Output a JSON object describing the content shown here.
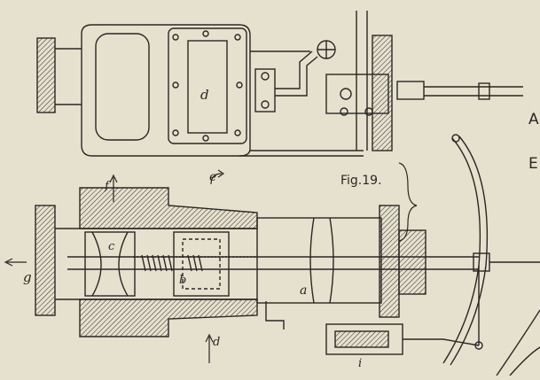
{
  "figure": {
    "caption": "Fig.19.",
    "labels": {
      "d_top": "d",
      "f": "f",
      "e": "e",
      "g": "g",
      "c": "c",
      "b": "b",
      "a": "a",
      "d_bottom": "d",
      "i": "i"
    },
    "edge_letters": [
      "A",
      "E"
    ],
    "colors": {
      "paper": "#e6e1cf",
      "ink": "#2a2722"
    }
  }
}
